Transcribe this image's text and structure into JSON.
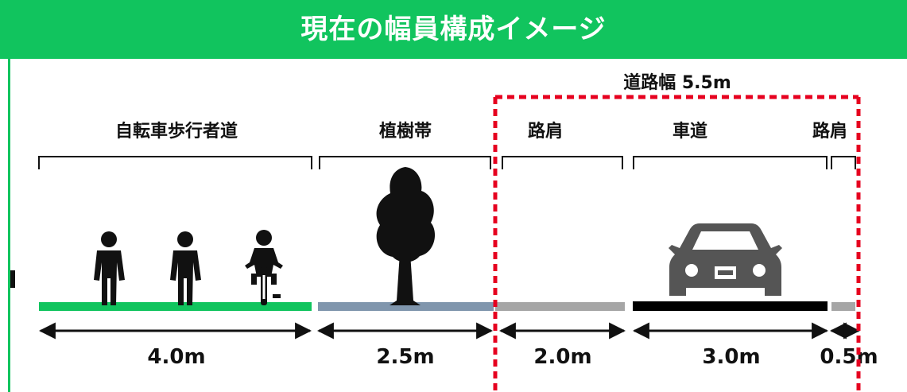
{
  "title": "現在の幅員構成イメージ",
  "road_width_label": "道路幅 5.5m",
  "segments": [
    {
      "name": "自転車歩行者道",
      "width_label": "4.0m",
      "width_m": 4.0
    },
    {
      "name": "植樹帯",
      "width_label": "2.5m",
      "width_m": 2.5
    },
    {
      "name": "路肩",
      "width_label": "2.0m",
      "width_m": 2.0
    },
    {
      "name": "車道",
      "width_label": "3.0m",
      "width_m": 3.0
    },
    {
      "name": "路肩",
      "width_label": "0.5m",
      "width_m": 0.5
    }
  ],
  "icons": [
    "pedestrian-icon",
    "pedestrian-icon",
    "cyclist-icon",
    "tree-icon",
    "car-icon"
  ],
  "colors": {
    "banner": "#11c45e",
    "sidewalk": "#11c45e",
    "planting_strip": "#8096ad",
    "shoulder": "#a6a6a6",
    "carriageway": "#000000",
    "road_boundary": "#e6001f"
  }
}
